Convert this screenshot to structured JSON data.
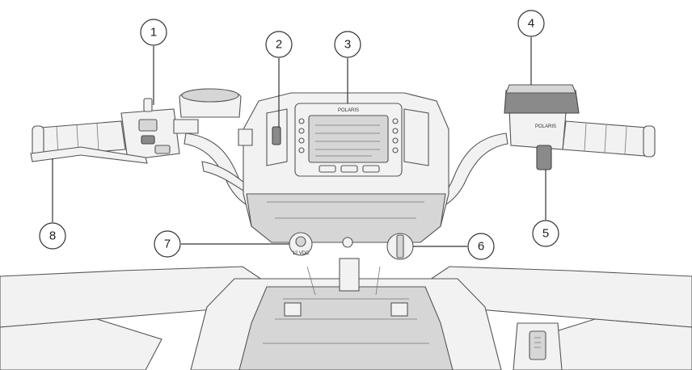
{
  "diagram": {
    "callouts": [
      {
        "id": "1",
        "label": "1"
      },
      {
        "id": "2",
        "label": "2"
      },
      {
        "id": "3",
        "label": "3"
      },
      {
        "id": "4",
        "label": "4"
      },
      {
        "id": "5",
        "label": "5"
      },
      {
        "id": "6",
        "label": "6"
      },
      {
        "id": "7",
        "label": "7"
      },
      {
        "id": "8",
        "label": "8"
      }
    ],
    "printed_marks": {
      "outlet_label": "12 VDC",
      "brand_mark": "POLARIS"
    }
  }
}
